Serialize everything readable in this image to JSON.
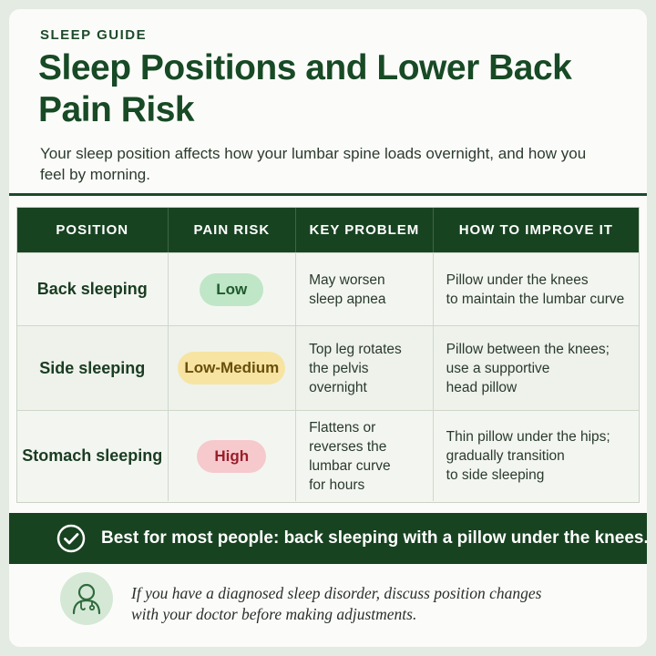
{
  "header": {
    "kicker": "SLEEP GUIDE",
    "title": "Sleep Positions and Lower Back Pain Risk",
    "subtitle": "Your sleep position affects how your lumbar spine loads overnight, and how you feel by morning."
  },
  "table": {
    "columns": [
      "POSITION",
      "PAIN RISK",
      "KEY PROBLEM",
      "HOW TO IMPROVE IT"
    ],
    "rows": [
      {
        "position": "Back sleeping",
        "risk": "Low",
        "problem": "May worsen\nsleep apnea",
        "improve": "Pillow under the knees\nto maintain the lumbar curve"
      },
      {
        "position": "Side sleeping",
        "risk": "Low-Medium",
        "problem": "Top leg rotates\nthe pelvis\novernight",
        "improve": "Pillow between the knees;\nuse a supportive\nhead pillow"
      },
      {
        "position": "Stomach sleeping",
        "risk": "High",
        "problem": "Flattens or\nreverses the\nlumbar curve\nfor hours",
        "improve": "Thin pillow under the hips;\ngradually transition\nto side sleeping"
      }
    ]
  },
  "banner": {
    "text": "Best for most people: back sleeping with a pillow under the knees."
  },
  "note": {
    "text": "If you have a diagnosed sleep disorder, discuss position changes\nwith your doctor before making adjustments."
  },
  "icons": [
    "check-circle-icon",
    "doctor-icon"
  ],
  "colors": {
    "primary": "#184321",
    "low": "#bfe6c7",
    "medium": "#f7e4a3",
    "high": "#f6c9cd"
  }
}
